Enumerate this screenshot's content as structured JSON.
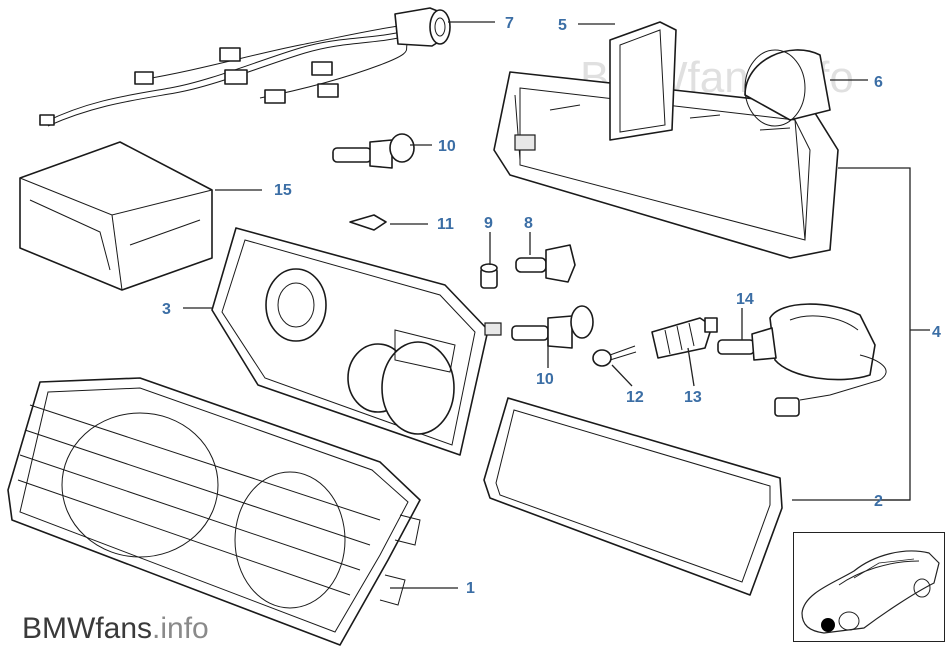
{
  "watermark_top": "BMWfans.info",
  "brand": {
    "part1": "BMWfans",
    "part2": ".info"
  },
  "callouts": {
    "c1": "1",
    "c2": "2",
    "c3": "3",
    "c4": "4",
    "c5": "5",
    "c6": "6",
    "c7": "7",
    "c8": "8",
    "c9": "9",
    "c10a": "10",
    "c10b": "10",
    "c11": "11",
    "c12": "12",
    "c13": "13",
    "c14": "14",
    "c15": "15"
  },
  "colors": {
    "callout": "#3b6ea5",
    "line": "#1a1a1a",
    "highlight": "#000000"
  }
}
